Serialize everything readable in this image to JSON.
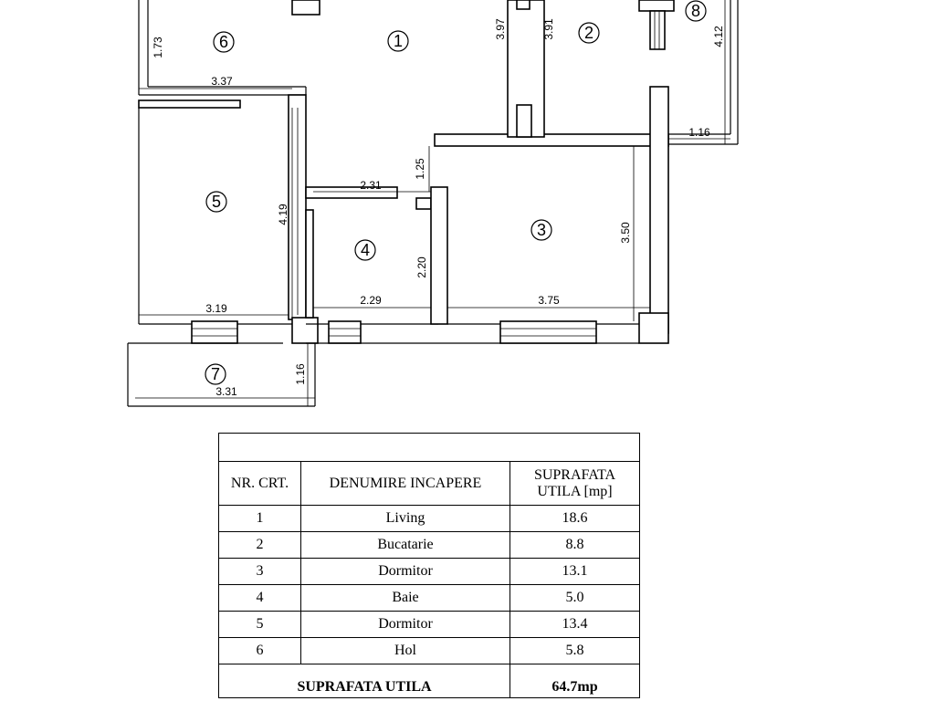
{
  "plan": {
    "room_numbers": [
      "1",
      "2",
      "3",
      "4",
      "5",
      "6",
      "7",
      "8"
    ],
    "dimensions": [
      "1.73",
      "3.37",
      "3.97",
      "3.91",
      "4.12",
      "1.16",
      "1.25",
      "2.31",
      "4.19",
      "3.50",
      "2.20",
      "2.29",
      "3.19",
      "3.75",
      "1.16",
      "3.31"
    ]
  },
  "table": {
    "columns": [
      "NR. CRT.",
      "DENUMIRE INCAPERE",
      "SUPRAFATA UTILA [mp]"
    ],
    "rows": [
      [
        "1",
        "Living",
        "18.6"
      ],
      [
        "2",
        "Bucatarie",
        "8.8"
      ],
      [
        "3",
        "Dormitor",
        "13.1"
      ],
      [
        "4",
        "Baie",
        "5.0"
      ],
      [
        "5",
        "Dormitor",
        "13.4"
      ],
      [
        "6",
        "Hol",
        "5.8"
      ]
    ],
    "total_label": "SUPRAFATA UTILA",
    "total_value": "64.7mp"
  }
}
